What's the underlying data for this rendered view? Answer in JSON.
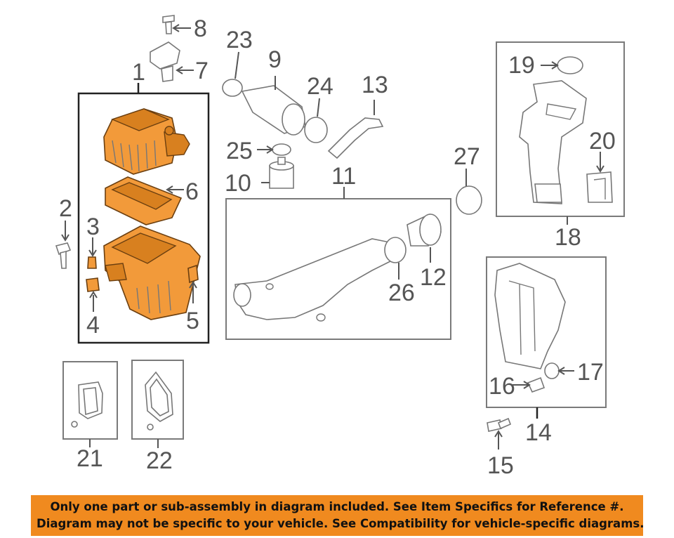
{
  "callouts": {
    "n1": "1",
    "n2": "2",
    "n3": "3",
    "n4": "4",
    "n5": "5",
    "n6": "6",
    "n7": "7",
    "n8": "8",
    "n9": "9",
    "n10": "10",
    "n11": "11",
    "n12": "12",
    "n13": "13",
    "n14": "14",
    "n15": "15",
    "n16": "16",
    "n17": "17",
    "n18": "18",
    "n19": "19",
    "n20": "20",
    "n21": "21",
    "n22": "22",
    "n23": "23",
    "n24": "24",
    "n25": "25",
    "n26": "26",
    "n27": "27"
  },
  "colors": {
    "highlight": "#f29a3a",
    "banner": "#f08a1f",
    "callout_text": "#555555"
  },
  "banner": {
    "line1": "Only one part or sub-assembly in diagram included. See Item Specifics for Reference #.",
    "line2": "Diagram may not be specific to your vehicle. See Compatibility for vehicle-specific diagrams."
  }
}
